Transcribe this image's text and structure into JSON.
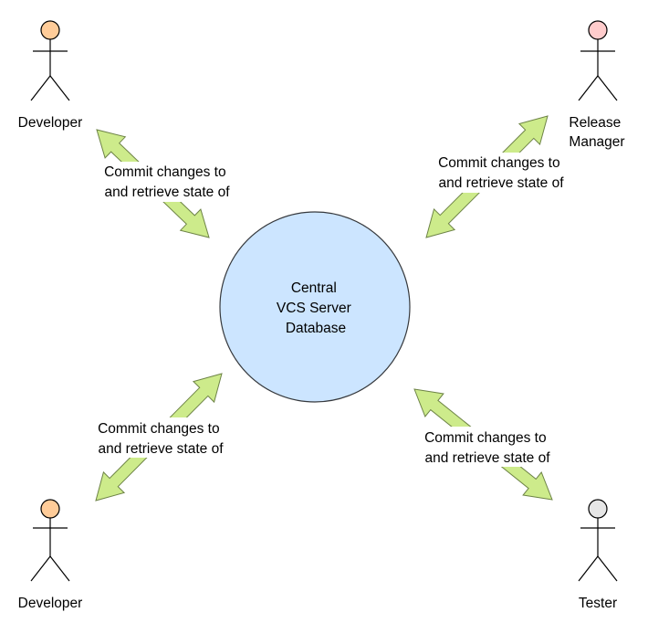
{
  "actors": {
    "dev_top": {
      "label_lines": [
        "Developer"
      ],
      "head_color": "#ffcc99"
    },
    "release": {
      "label_lines": [
        "Release",
        "Manager"
      ],
      "head_color": "#ffcccc"
    },
    "dev_bottom": {
      "label_lines": [
        "Developer"
      ],
      "head_color": "#ffcc99"
    },
    "tester": {
      "label_lines": [
        "Tester"
      ],
      "head_color": "#e6e6e6"
    }
  },
  "server": {
    "label_lines": [
      "Central",
      "VCS Server",
      "Database"
    ],
    "fill": "#cce5ff"
  },
  "connections": {
    "dev_top": {
      "label_lines": [
        "Commit changes to",
        "and retrieve state of"
      ]
    },
    "release": {
      "label_lines": [
        "Commit changes to",
        "and retrieve state of"
      ]
    },
    "dev_bottom": {
      "label_lines": [
        "Commit changes to",
        "and retrieve state of"
      ]
    },
    "tester": {
      "label_lines": [
        "Commit changes to",
        "and retrieve state of"
      ]
    }
  },
  "colors": {
    "arrow_fill": "#cdeb8b",
    "arrow_stroke": "#6d8346",
    "server_stroke": "#36393d"
  }
}
